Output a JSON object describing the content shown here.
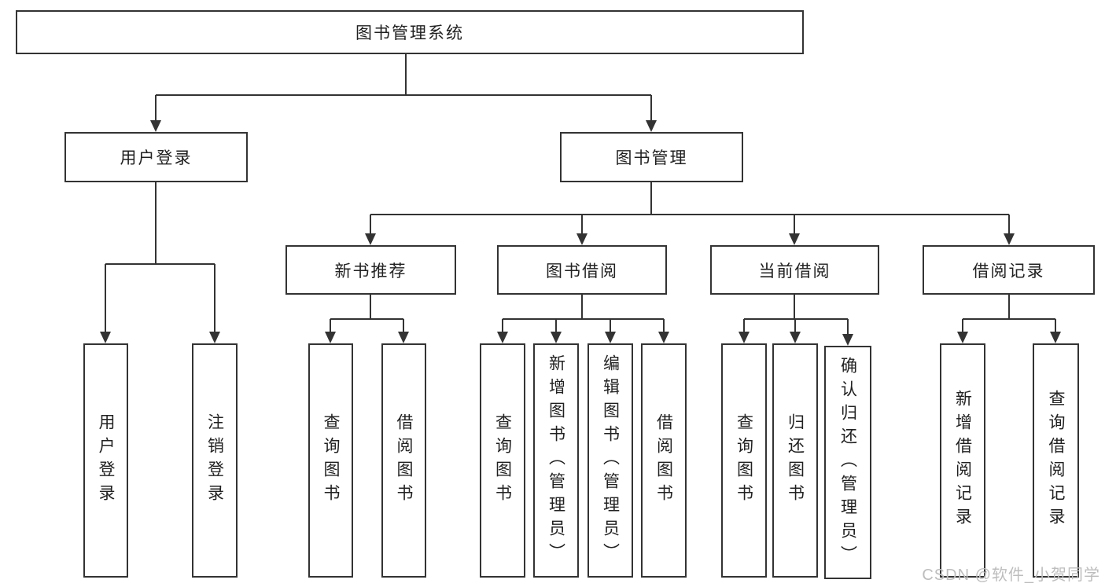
{
  "tree": {
    "label": "图书管理系统",
    "children": [
      {
        "label": "用户登录",
        "children": [
          {
            "label": "用户登录"
          },
          {
            "label": "注销登录"
          }
        ]
      },
      {
        "label": "图书管理",
        "children": [
          {
            "label": "新书推荐",
            "children": [
              {
                "label": "查询图书"
              },
              {
                "label": "借阅图书"
              }
            ]
          },
          {
            "label": "图书借阅",
            "children": [
              {
                "label": "查询图书"
              },
              {
                "label": "新增图书（管理员）"
              },
              {
                "label": "编辑图书（管理员）"
              },
              {
                "label": "借阅图书"
              }
            ]
          },
          {
            "label": "当前借阅",
            "children": [
              {
                "label": "查询图书"
              },
              {
                "label": "归还图书"
              },
              {
                "label": "确认归还（管理员）"
              }
            ]
          },
          {
            "label": "借阅记录",
            "children": [
              {
                "label": "新增借阅记录"
              },
              {
                "label": "查询借阅记录"
              }
            ]
          }
        ]
      }
    ]
  },
  "watermark": "CSDN @软件_小贺同学",
  "colors": {
    "line": "#333333",
    "text": "#212121",
    "background": "#ffffff",
    "watermark": "#bdbdbd"
  }
}
